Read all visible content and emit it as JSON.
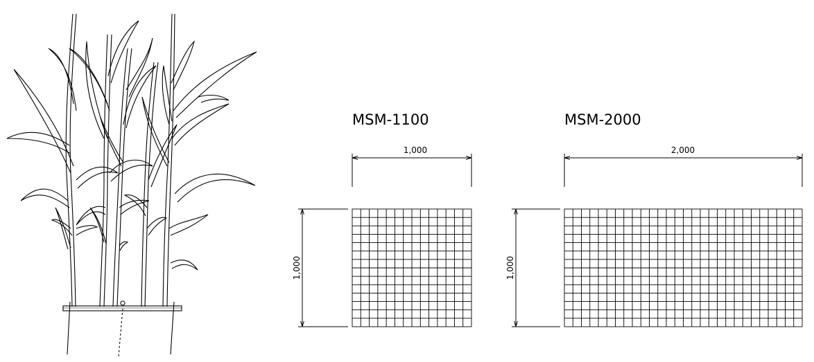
{
  "panels": [
    {
      "model": "MSM-1100",
      "width_label": "1,000",
      "height_label": "1,000",
      "grid_cols": 14,
      "grid_rows": 14
    },
    {
      "model": "MSM-2000",
      "width_label": "2,000",
      "height_label": "1,000",
      "grid_cols": 28,
      "grid_rows": 14
    }
  ],
  "illustration": "plant-stalks-drawing"
}
